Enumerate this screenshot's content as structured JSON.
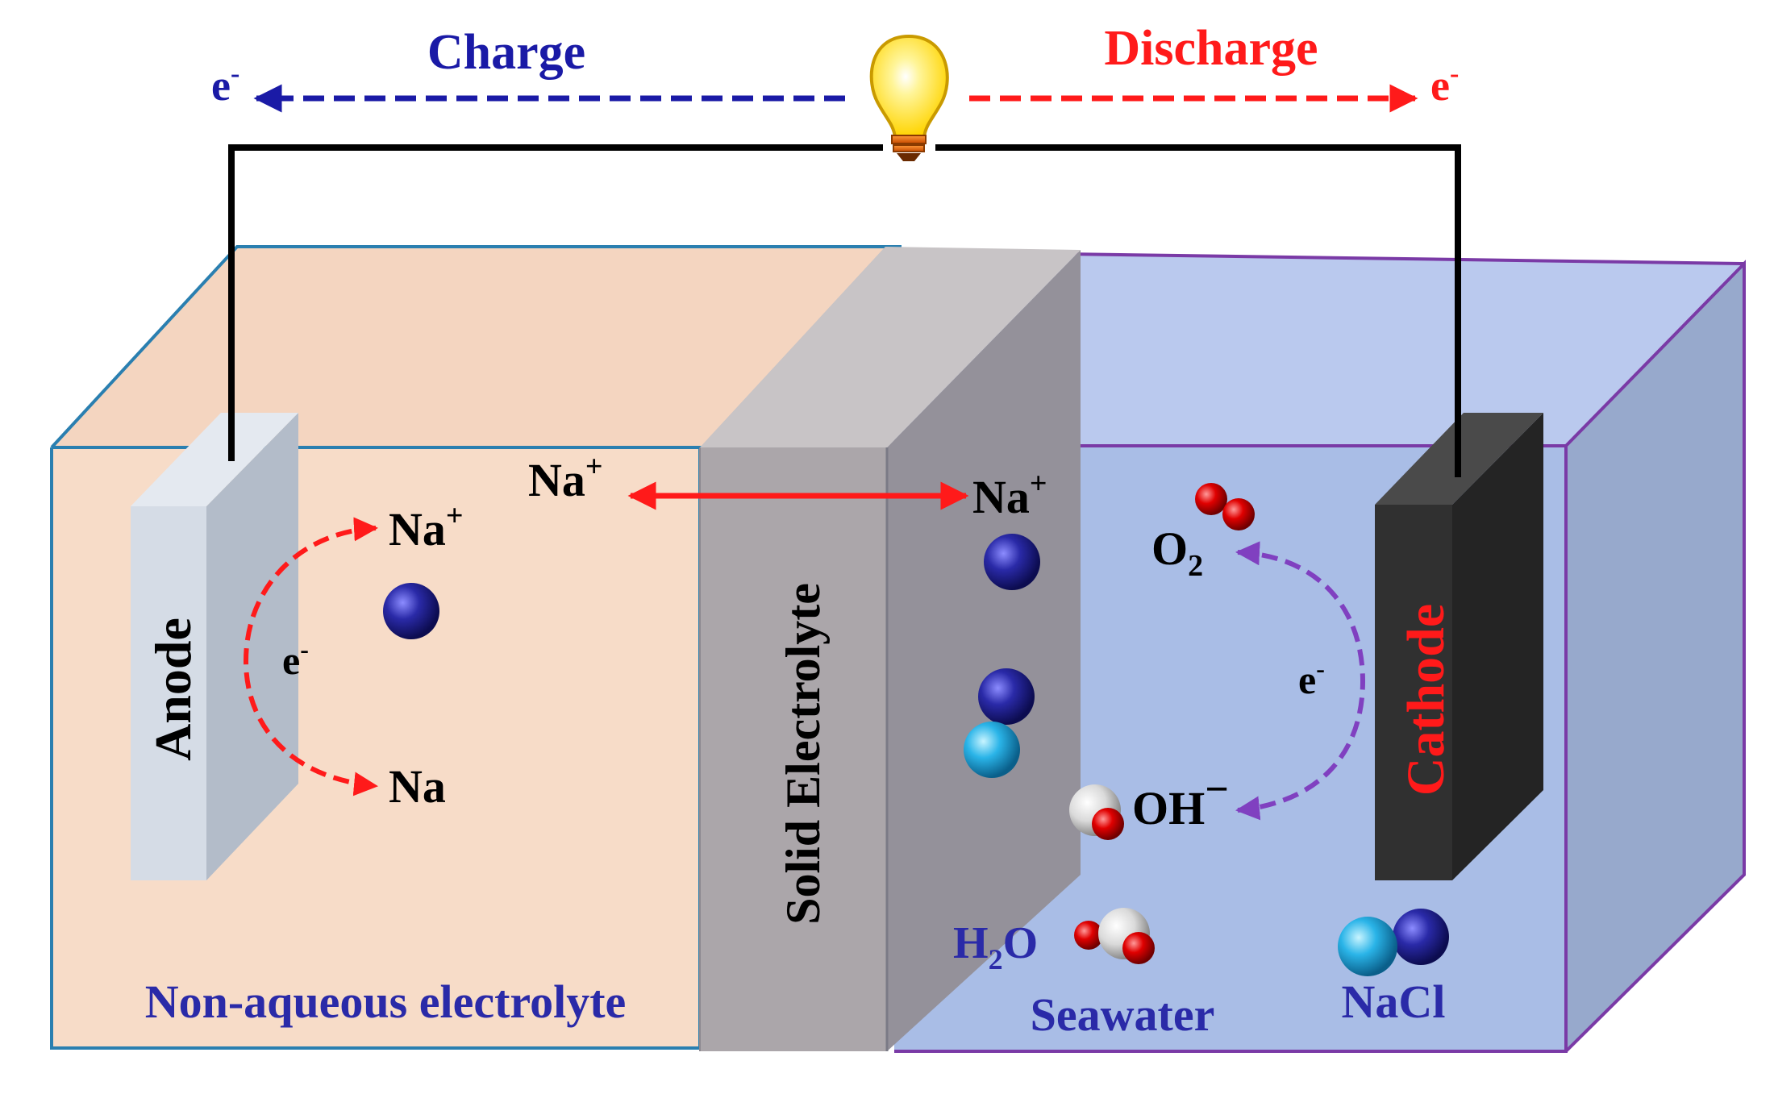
{
  "circuit": {
    "charge_label": "Charge",
    "discharge_label": "Discharge",
    "electron_symbol": "e",
    "electron_charge": "-"
  },
  "labels": {
    "anode": "Anode",
    "cathode": "Cathode",
    "solid_electrolyte": "Solid Electrolyte",
    "non_aqueous": "Non-aqueous electrolyte",
    "seawater": "Seawater",
    "na_ion": "Na",
    "na_ion_charge": "+",
    "na_metal": "Na",
    "electron": "e",
    "electron_charge": "-",
    "o2": "O",
    "o2_sub": "2",
    "oh": "OH",
    "oh_charge": "−",
    "h2o_h": "H",
    "h2o_sub": "2",
    "h2o_o": "O",
    "nacl": "NaCl"
  },
  "colors": {
    "charge": "#1a1aa6",
    "discharge": "#ff1a1a",
    "anode_region": "#f7dcc8",
    "seawater_region": "#a9bde6",
    "electrolyte_plate": "#a8a6ab",
    "cathode": "#303030",
    "sodium_atom": "#2a2aa8",
    "chloride_atom": "#2ab4e8",
    "oxygen_atom": "#e00000",
    "hydrogen_atom": "#e6e6e6",
    "electron_path_cathode": "#8040c0"
  },
  "icons": {
    "bulb": "light-bulb-icon"
  }
}
